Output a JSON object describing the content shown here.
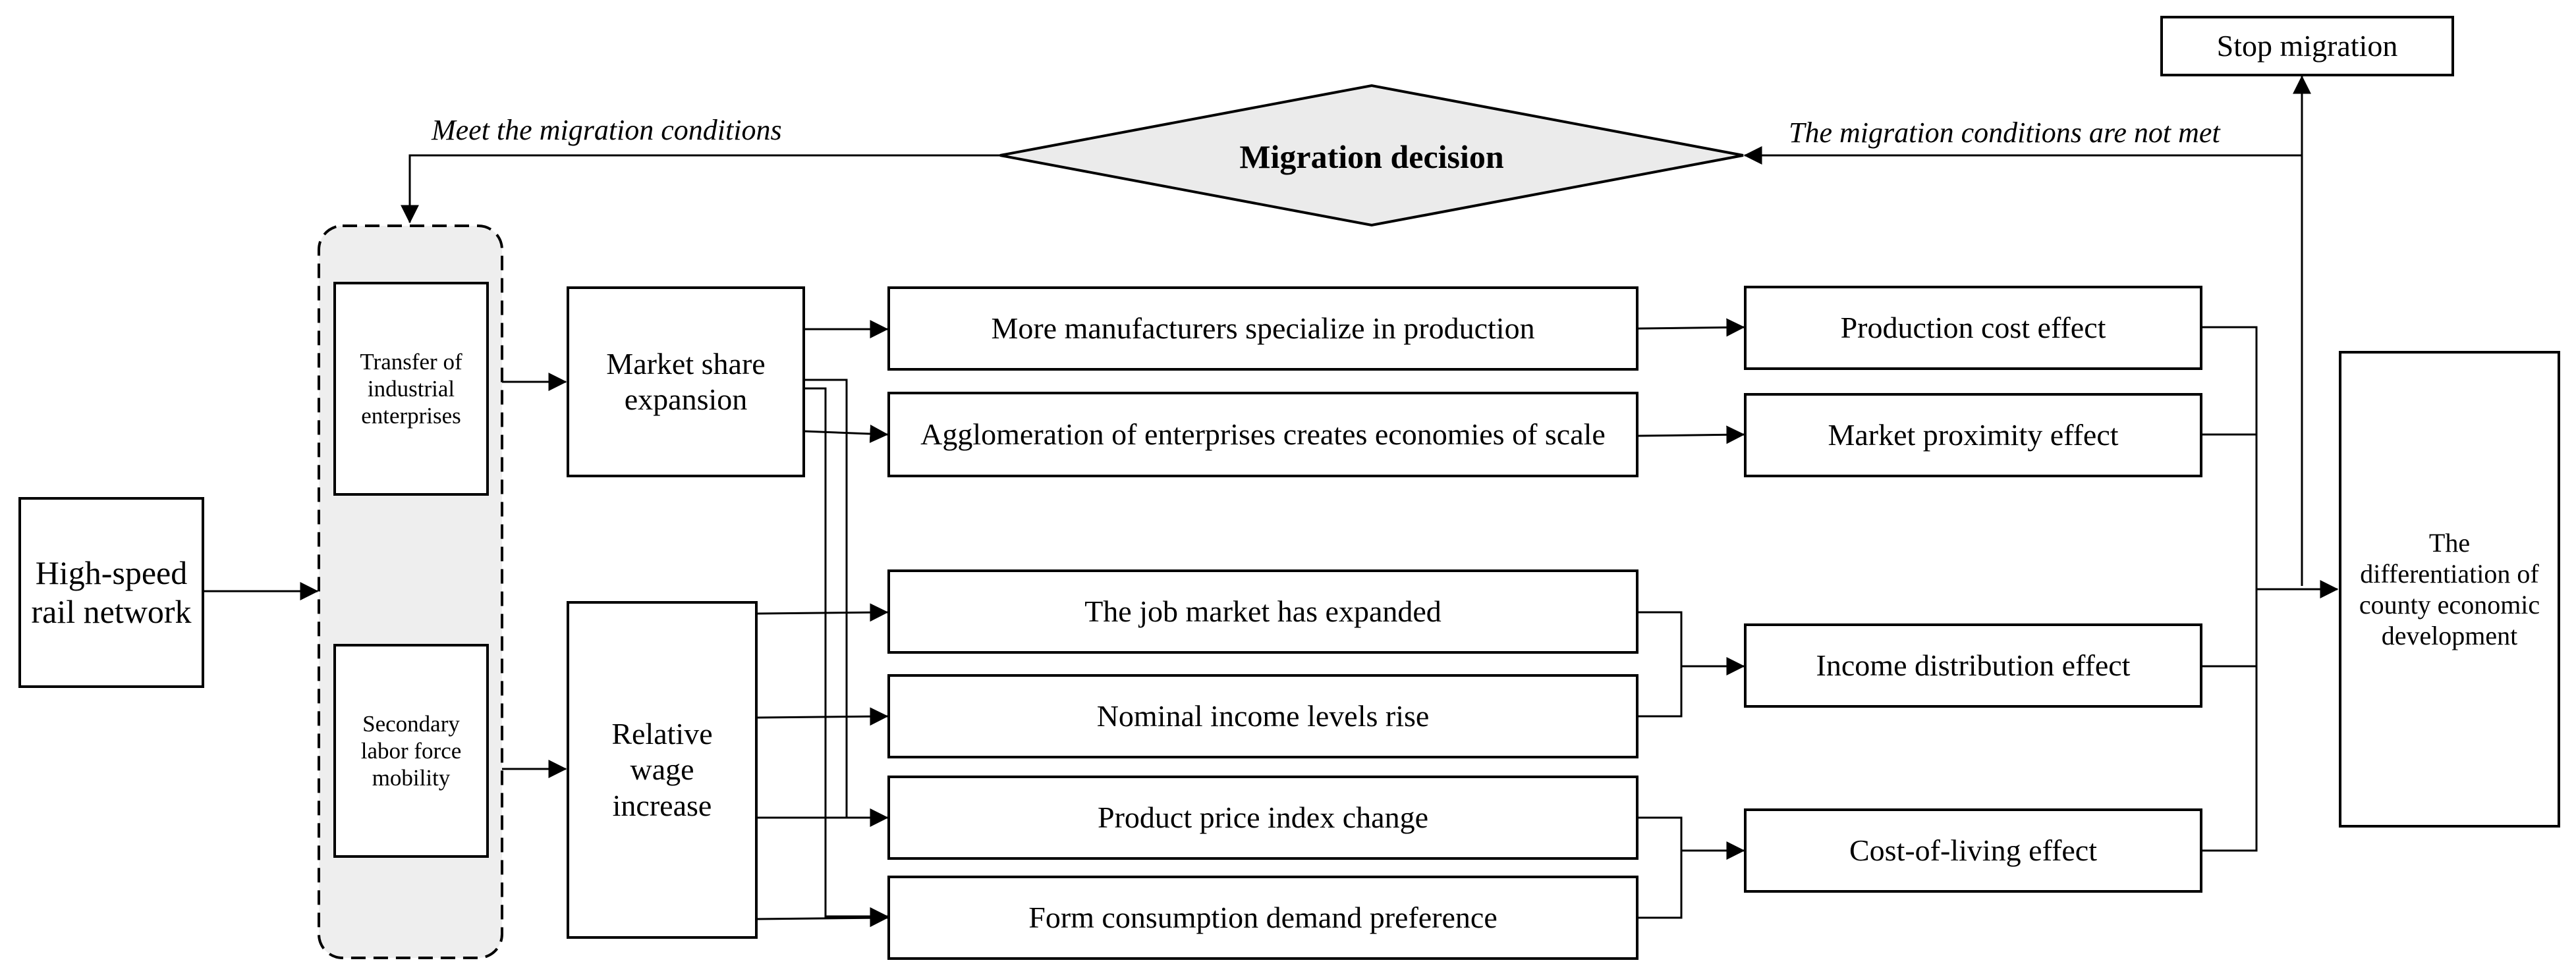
{
  "diagram": {
    "decision": "Migration decision",
    "stop": "Stop migration",
    "meet_label": "Meet the migration conditions",
    "not_met_label": "The migration conditions are not met",
    "hsr": "High-speed rail network",
    "transfer": "Transfer of industrial enterprises",
    "labor": "Secondary labor force mobility",
    "market_share": "Market share expansion",
    "wage": "Relative wage increase",
    "mech": {
      "specialize": "More manufacturers specialize in production",
      "agglomeration": "Agglomeration of enterprises creates economies of scale",
      "job_market": "The job market has expanded",
      "nominal_income": "Nominal income levels rise",
      "price_index": "Product price index change",
      "consumption": "Form consumption demand preference"
    },
    "effects": {
      "production_cost": "Production cost effect",
      "market_proximity": "Market proximity effect",
      "income_distribution": "Income distribution effect",
      "cost_of_living": "Cost-of-living effect"
    },
    "outcome": "The differentiation of county economic development"
  }
}
